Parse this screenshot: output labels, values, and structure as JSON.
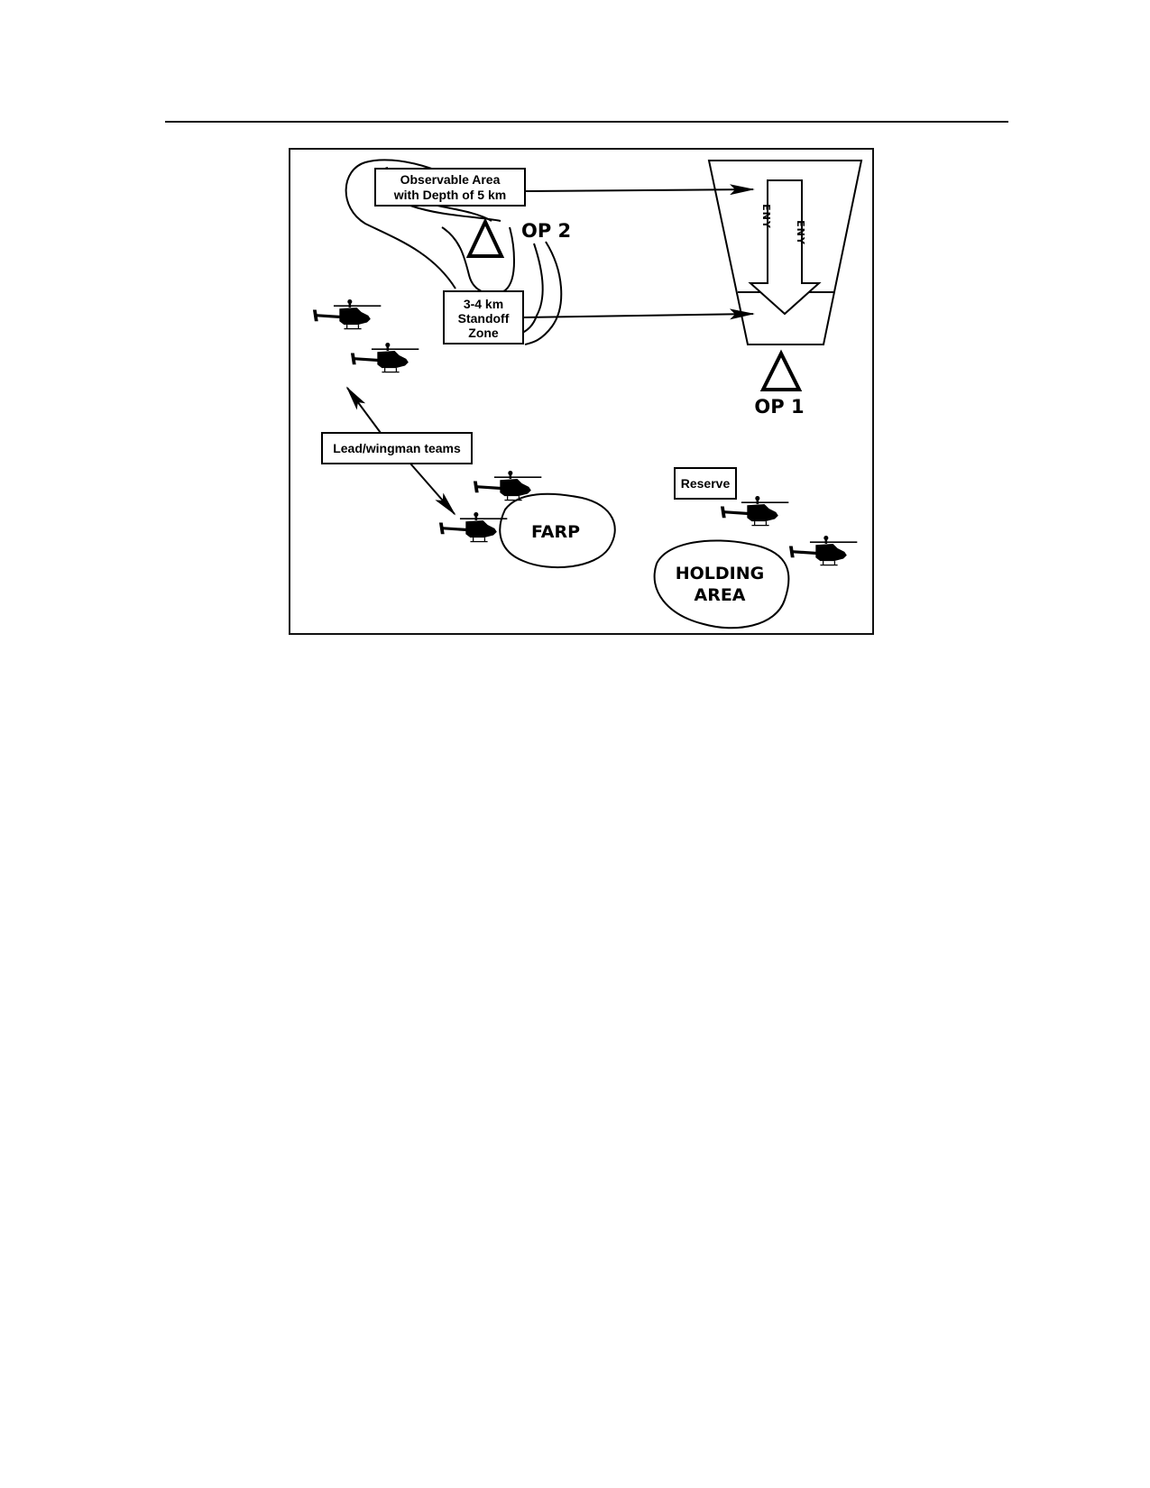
{
  "labels": {
    "observable_line1": "Observable Area",
    "observable_line2": "with Depth of 5 km",
    "standoff_line1": "3-4 km",
    "standoff_line2": "Standoff",
    "standoff_line3": "Zone",
    "op2": "OP 2",
    "op1": "OP 1",
    "eny_left": "ENY",
    "eny_right": "ENY",
    "lead_wingman": "Lead/wingman teams",
    "reserve": "Reserve",
    "farp": "FARP",
    "holding_line1": "HOLDING",
    "holding_line2": "AREA"
  },
  "icons": {
    "helicopter": "helicopter-icon",
    "observation_post": "triangle-op-icon",
    "enemy_arrow": "down-arrow-icon"
  },
  "colors": {
    "ink": "#000000",
    "paper": "#ffffff"
  }
}
